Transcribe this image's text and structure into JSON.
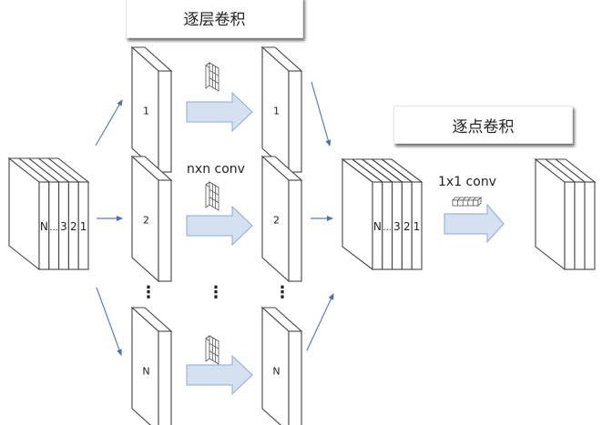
{
  "titles": {
    "depthwise": "逐层卷积",
    "pointwise": "逐点卷积"
  },
  "input_stack": {
    "slice_labels": [
      "N",
      "...",
      "3",
      "2",
      "1"
    ]
  },
  "depthwise_column_in": {
    "slabs": [
      {
        "label": "1"
      },
      {
        "label": "2"
      },
      {
        "label": "N"
      }
    ],
    "ellipsis": "⋮"
  },
  "depthwise_column_out": {
    "slabs": [
      {
        "label": "1"
      },
      {
        "label": "2"
      },
      {
        "label": "N"
      }
    ],
    "ellipsis": "⋮"
  },
  "middle_ellipsis": "⋮",
  "depthwise_conv_label": "nxn conv",
  "merged_stack": {
    "slice_labels": [
      "N",
      "...",
      "3",
      "2",
      "1"
    ]
  },
  "pointwise_conv_label": "1x1 conv",
  "output_stack": {
    "slice_count": 3
  },
  "colors": {
    "flow_arrow": "#5b7fbf",
    "block_arrow_fill": "#d5e0f0",
    "block_arrow_stroke": "#8ea8d1"
  }
}
